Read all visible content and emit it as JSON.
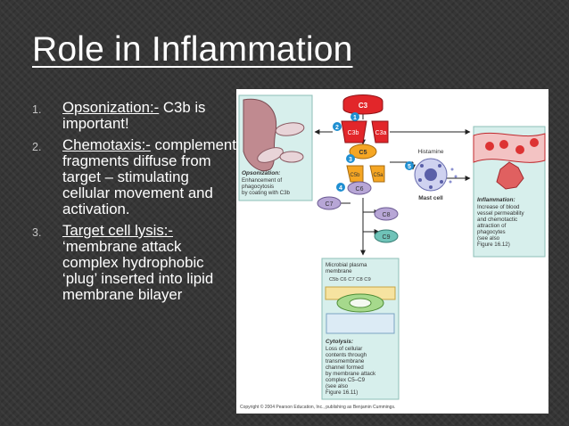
{
  "slide": {
    "title": "Role in Inflammation",
    "items": [
      {
        "number": "1.",
        "term": "Opsonization:-",
        "text": " C3b is important!"
      },
      {
        "number": "2.",
        "term": "Chemotaxis:-",
        "text": " complement fragments diffuse from target – stimulating cellular movement and activation."
      },
      {
        "number": "3.",
        "term": "Target cell lysis:-",
        "text": " ‘membrane attack complex hydrophobic ‘plug’ inserted into lipid membrane bilayer"
      }
    ]
  },
  "figure": {
    "components": {
      "c3": "C3",
      "c3b": "C3b",
      "c3a": "C3a",
      "c5": "C5",
      "c5b": "C5b",
      "c5a": "C5a",
      "c6": "C6",
      "c7": "C7",
      "c8": "C8",
      "c9": "C9"
    },
    "steps": [
      "1",
      "2",
      "3",
      "4",
      "5"
    ],
    "histamine": "Histamine",
    "mast_cell": "Mast cell",
    "opsonization": {
      "heading": "Opsonization:",
      "line1": "Enhancement of",
      "line2": "phagocytosis",
      "line3": "by coating with C3b"
    },
    "inflammation": {
      "heading": "Inflammation:",
      "line1": "Increase of blood",
      "line2": "vessel permeability",
      "line3": "and chemotactic",
      "line4": "attraction of",
      "line5": "phagocytes",
      "line6": "(see also",
      "line7": "Figure 16.12)"
    },
    "membrane": {
      "line1": "Microbial plasma",
      "line2": "membrane",
      "mac": "C5b  C6  C7  C8  C9"
    },
    "cytolysis": {
      "heading": "Cytolysis:",
      "line1": "Loss of cellular",
      "line2": "contents through",
      "line3": "transmembrane",
      "line4": "channel formed",
      "line5": "by membrane attack",
      "line6": "complex C5–C9",
      "line7": "(see also",
      "line8": "Figure 16.11)"
    },
    "copyright": "Copyright © 2004 Pearson Education, Inc., publishing as Benjamin Cummings.",
    "colors": {
      "red": "#e2262a",
      "orange": "#f5a623",
      "blue": "#1f8fd1",
      "lavender": "#b7a6d6",
      "teal": "#6fc3b8",
      "panel": "#d7efec",
      "background": "#363636"
    }
  }
}
